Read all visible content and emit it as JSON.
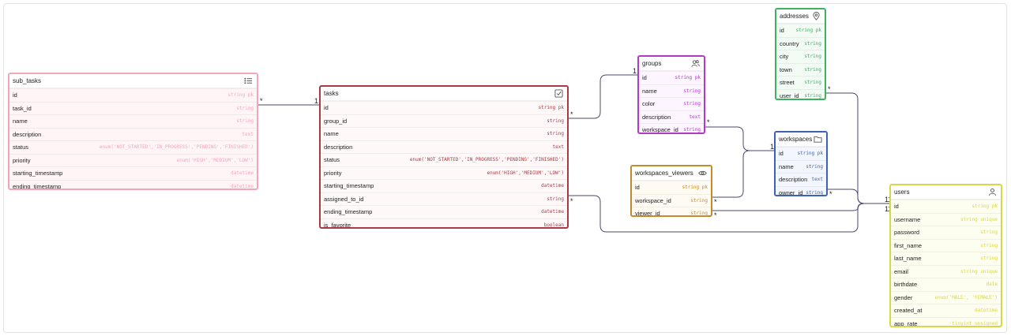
{
  "colors": {
    "sub_tasks": "#f4a6b8",
    "tasks": "#a83a45",
    "groups": "#b03bc4",
    "addresses": "#3fb063",
    "workspaces": "#3c63b0",
    "workspaces_viewers": "#c58a2a",
    "users": "#d6d84a",
    "edge": "#4a4a6a"
  },
  "tables": {
    "sub_tasks": {
      "name": "sub_tasks",
      "icon": "list-icon",
      "fields": [
        {
          "name": "id",
          "type": "string pk"
        },
        {
          "name": "task_id",
          "type": "string"
        },
        {
          "name": "name",
          "type": "string"
        },
        {
          "name": "description",
          "type": "text"
        },
        {
          "name": "status",
          "type": "enum('NOT_STARTED','IN_PROGRESS','PENDING','FINISHED')"
        },
        {
          "name": "priority",
          "type": "enum('HIGH','MEDIUM','LOW')"
        },
        {
          "name": "starting_timestamp",
          "type": "datetime"
        },
        {
          "name": "ending_timestamp",
          "type": "datetime"
        }
      ]
    },
    "tasks": {
      "name": "tasks",
      "icon": "checkbox-icon",
      "fields": [
        {
          "name": "id",
          "type": "string pk"
        },
        {
          "name": "group_id",
          "type": "string"
        },
        {
          "name": "name",
          "type": "string"
        },
        {
          "name": "description",
          "type": "text"
        },
        {
          "name": "status",
          "type": "enum('NOT_STARTED','IN_PROGRESS','PENDING','FINISHED')"
        },
        {
          "name": "priority",
          "type": "enum('HIGH','MEDIUM','LOW')"
        },
        {
          "name": "starting_timestamp",
          "type": "datetime"
        },
        {
          "name": "assigned_to_id",
          "type": "string"
        },
        {
          "name": "ending_timestamp",
          "type": "datetime"
        },
        {
          "name": "is_favorite",
          "type": "boolean"
        }
      ]
    },
    "groups": {
      "name": "groups",
      "icon": "users-icon",
      "fields": [
        {
          "name": "id",
          "type": "string pk"
        },
        {
          "name": "name",
          "type": "string"
        },
        {
          "name": "color",
          "type": "string"
        },
        {
          "name": "description",
          "type": "text"
        },
        {
          "name": "workspace_id",
          "type": "string"
        }
      ]
    },
    "addresses": {
      "name": "addresses",
      "icon": "map-pin-icon",
      "fields": [
        {
          "name": "id",
          "type": "string pk"
        },
        {
          "name": "country",
          "type": "string"
        },
        {
          "name": "city",
          "type": "string"
        },
        {
          "name": "town",
          "type": "string"
        },
        {
          "name": "street",
          "type": "string"
        },
        {
          "name": "user_id",
          "type": "string"
        }
      ]
    },
    "workspaces": {
      "name": "workspaces",
      "icon": "folder-icon",
      "fields": [
        {
          "name": "id",
          "type": "string pk"
        },
        {
          "name": "name",
          "type": "string"
        },
        {
          "name": "description",
          "type": "text"
        },
        {
          "name": "owner_id",
          "type": "string"
        }
      ]
    },
    "workspaces_viewers": {
      "name": "workspaces_viewers",
      "icon": "eye-icon",
      "fields": [
        {
          "name": "id",
          "type": "string pk"
        },
        {
          "name": "workspace_id",
          "type": "string"
        },
        {
          "name": "viewer_id",
          "type": "string"
        }
      ]
    },
    "users": {
      "name": "users",
      "icon": "user-icon",
      "fields": [
        {
          "name": "id",
          "type": "string pk"
        },
        {
          "name": "username",
          "type": "string unique"
        },
        {
          "name": "password",
          "type": "string"
        },
        {
          "name": "first_name",
          "type": "string"
        },
        {
          "name": "last_name",
          "type": "string"
        },
        {
          "name": "email",
          "type": "string unique"
        },
        {
          "name": "birthdate",
          "type": "date"
        },
        {
          "name": "gender",
          "type": "enum('MALE', 'FEMALE')"
        },
        {
          "name": "created_at",
          "type": "datetime"
        },
        {
          "name": "app_rate",
          "type": "tinyint unsigned"
        }
      ]
    }
  },
  "cardinality": {
    "one": "1",
    "many": "*"
  }
}
